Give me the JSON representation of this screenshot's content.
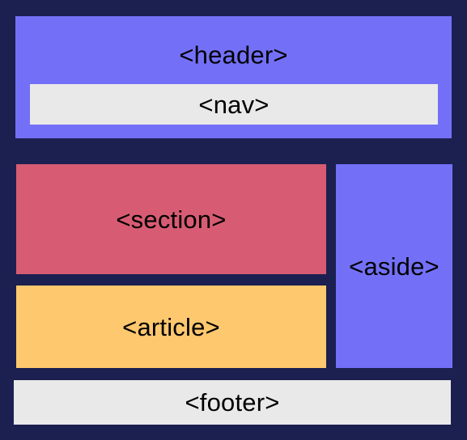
{
  "colors": {
    "background": "#1b2050",
    "header": "#7370f7",
    "nav": "#e9e9e9",
    "section": "#d75c73",
    "article": "#fec86e",
    "aside": "#7370f7",
    "footer": "#e9e9e9"
  },
  "labels": {
    "header": "<header>",
    "nav": "<nav>",
    "section": "<section>",
    "article": "<article>",
    "aside": "<aside>",
    "footer": "<footer>"
  }
}
